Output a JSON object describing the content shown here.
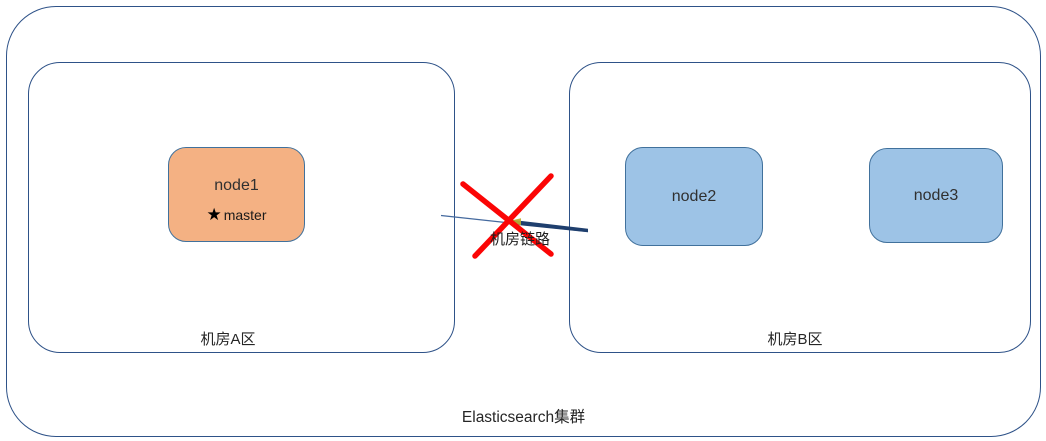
{
  "cluster": {
    "label": "Elasticsearch集群"
  },
  "zone_a": {
    "label": "机房A区"
  },
  "zone_b": {
    "label": "机房B区"
  },
  "nodes": {
    "node1": {
      "name": "node1",
      "role": "master",
      "role_icon": "star-icon",
      "role_icon_glyph": "★"
    },
    "node2": {
      "name": "node2"
    },
    "node3": {
      "name": "node3"
    }
  },
  "link": {
    "label": "机房链路",
    "status_icon": "red-x-icon"
  },
  "colors": {
    "container_border": "#2e5288",
    "node_border": "#41719c",
    "node_master_fill": "#f4b183",
    "node_fill": "#9dc3e6",
    "link_line": "#44699e",
    "link_line_dark": "#1f3f6e",
    "arrowhead": "#bfae2f",
    "broken_x": "#fb0505",
    "text": "#262626"
  }
}
